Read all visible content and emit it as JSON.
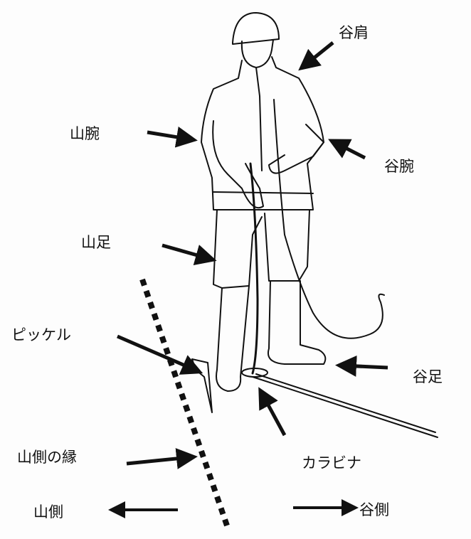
{
  "labels": {
    "valley_shoulder": "谷肩",
    "mountain_arm": "山腕",
    "valley_arm": "谷腕",
    "mountain_leg": "山足",
    "ice_axe": "ピッケル",
    "valley_leg": "谷足",
    "mountain_edge": "山側の縁",
    "carabiner": "カラビナ",
    "mountain_side": "山側",
    "valley_side": "谷側"
  },
  "colors": {
    "ink": "#111111",
    "paper": "#fdfdfd"
  }
}
